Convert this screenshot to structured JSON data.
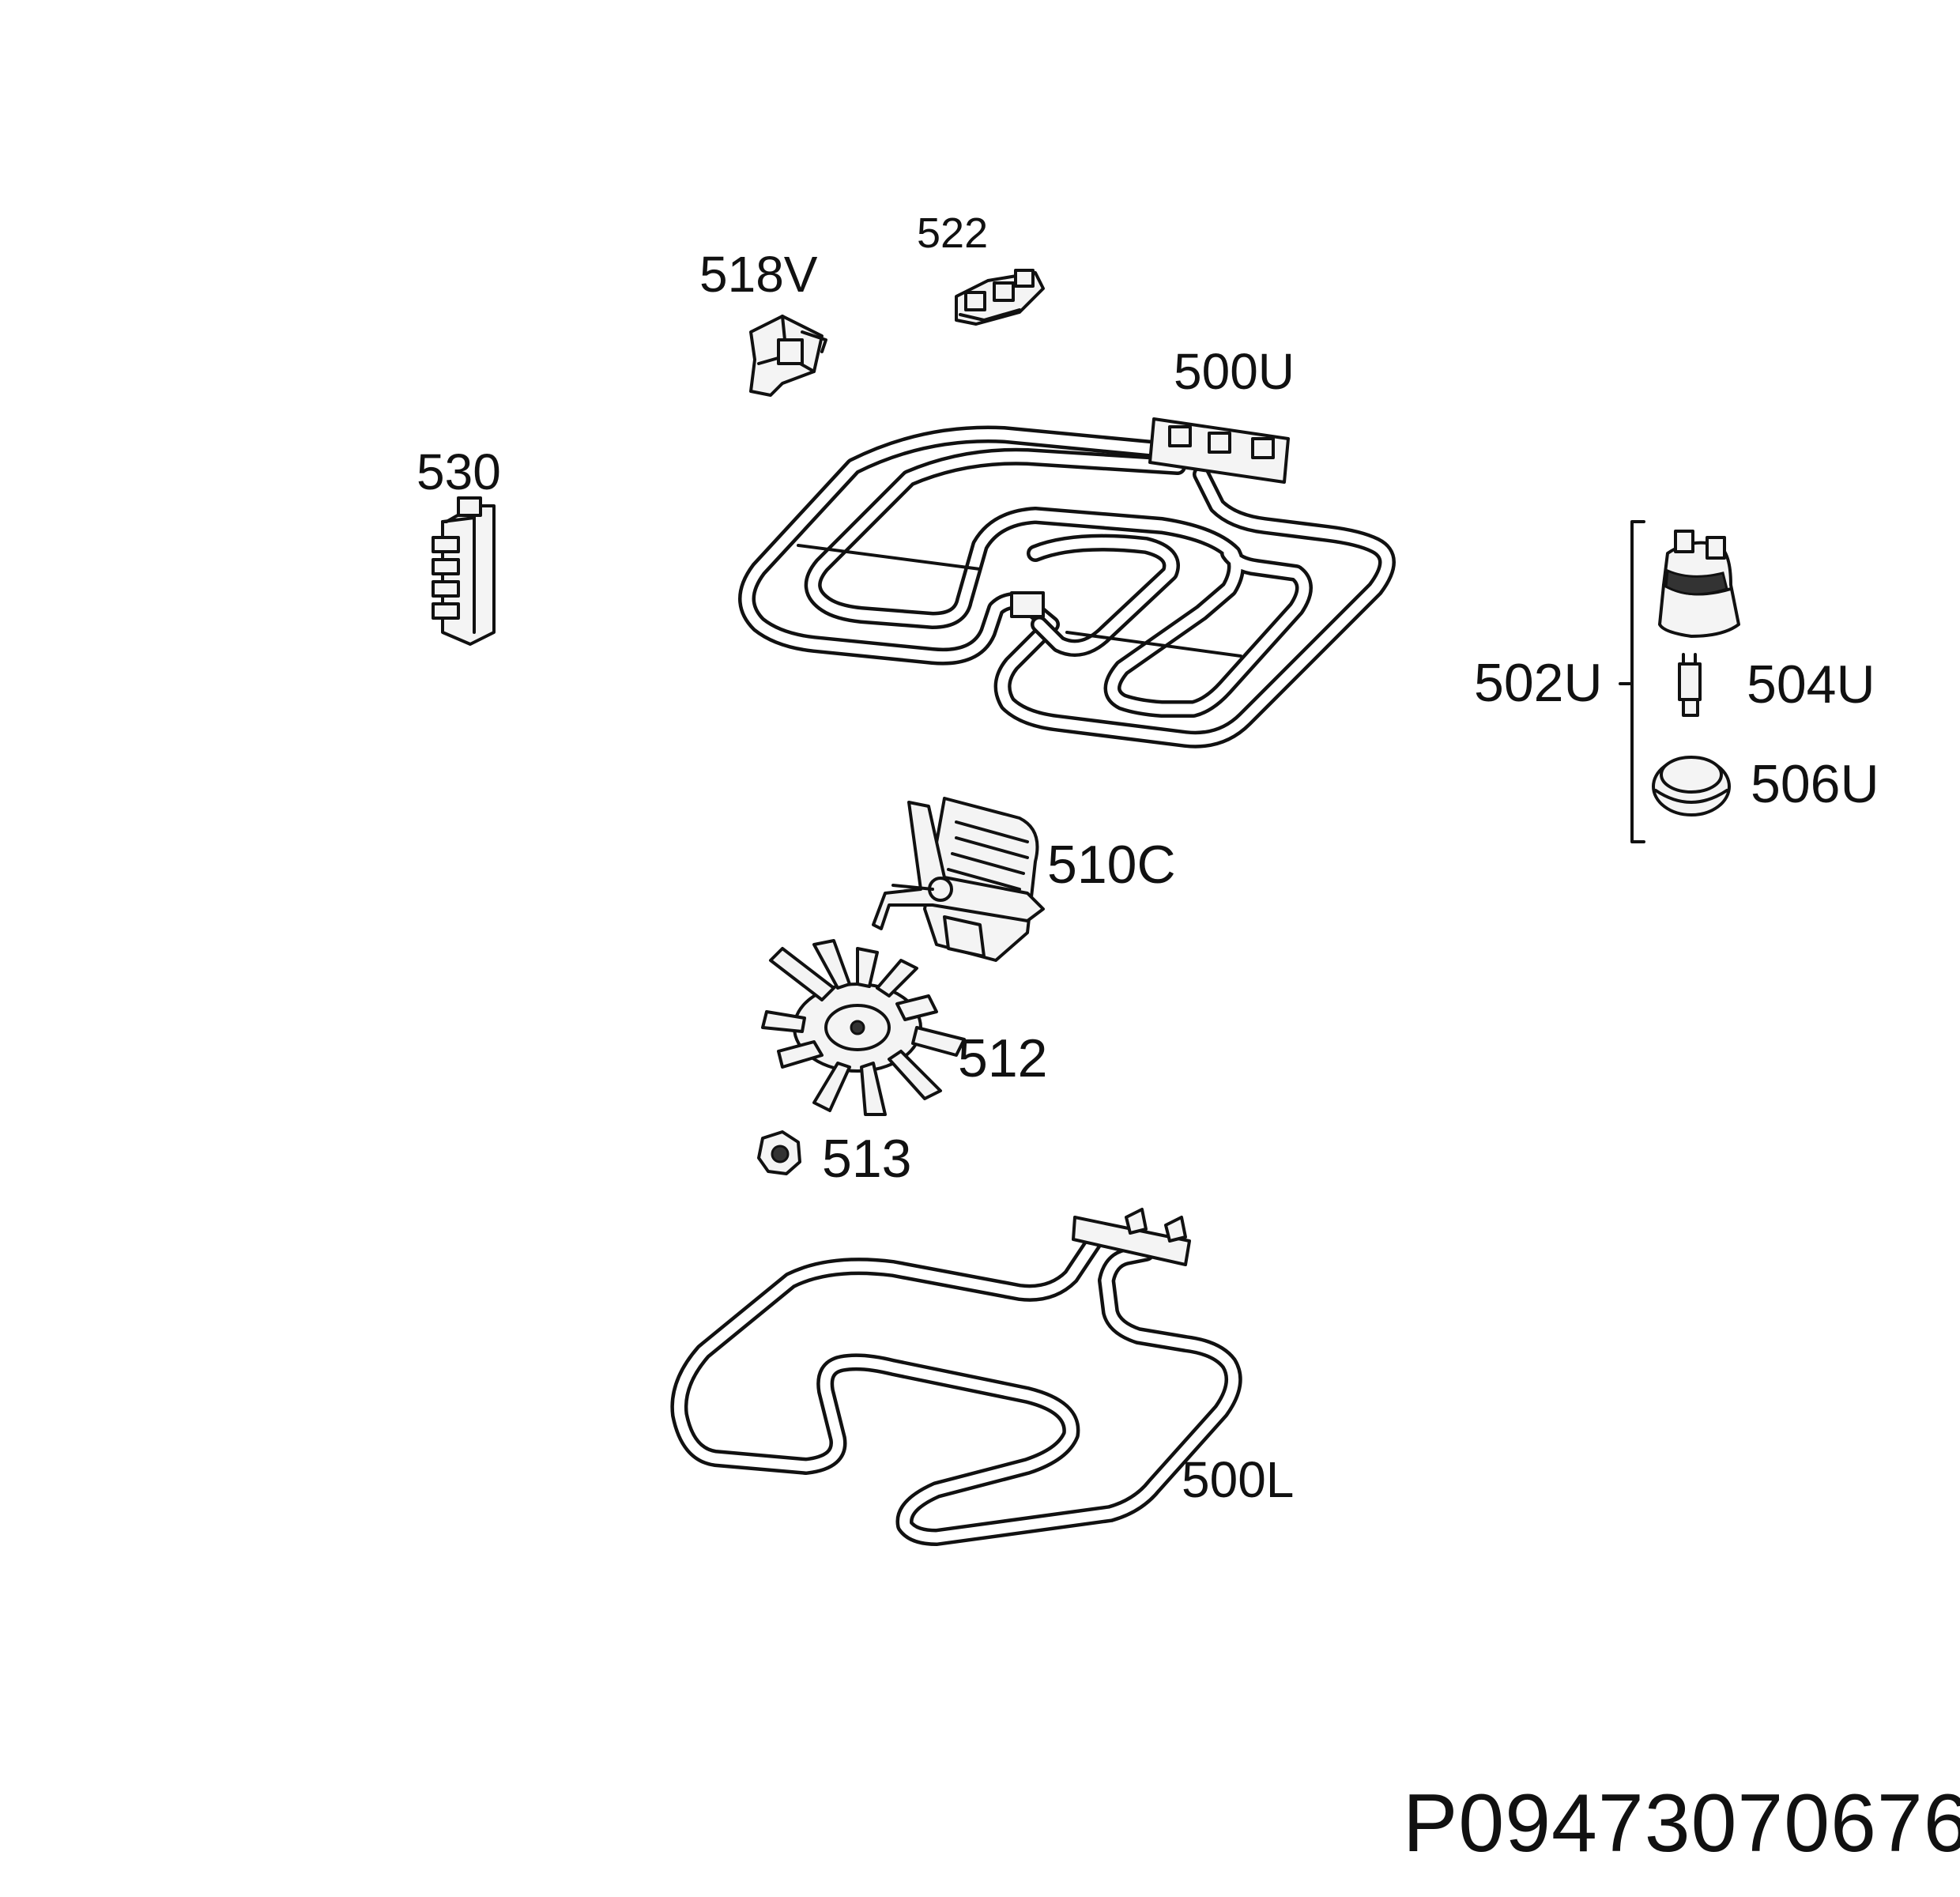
{
  "diagram": {
    "drawing_code": "P09473070676",
    "parts": [
      {
        "id": "500U",
        "icon": "grill-heating-element-icon"
      },
      {
        "id": "500L",
        "icon": "bottom-heating-element-icon"
      },
      {
        "id": "502U",
        "icon": "lamp-assembly-bracket-icon"
      },
      {
        "id": "504U",
        "icon": "lamp-bulb-icon"
      },
      {
        "id": "506U",
        "icon": "lamp-cover-icon"
      },
      {
        "id": "510C",
        "icon": "fan-motor-icon"
      },
      {
        "id": "512",
        "icon": "fan-blade-icon"
      },
      {
        "id": "513",
        "icon": "fan-nut-icon"
      },
      {
        "id": "518V",
        "icon": "thermostat-icon"
      },
      {
        "id": "522",
        "icon": "thermal-cutout-icon"
      },
      {
        "id": "530",
        "icon": "terminal-block-icon"
      }
    ]
  }
}
